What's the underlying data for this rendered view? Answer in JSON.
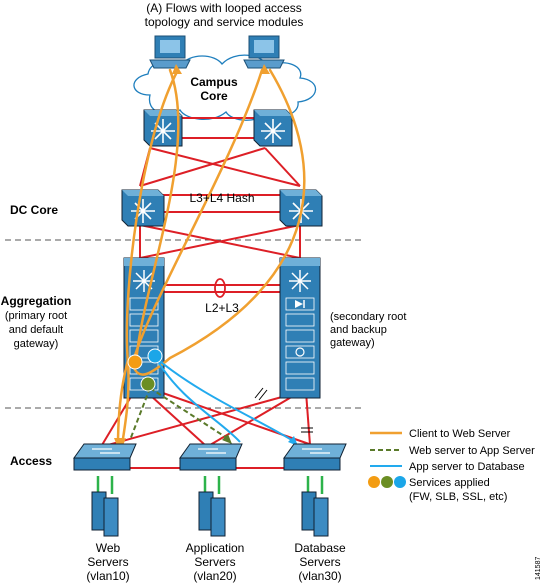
{
  "title": {
    "line1": "(A) Flows with looped access",
    "line2": "topology and service modules"
  },
  "campus_core": {
    "line1": "Campus",
    "line2": "Core"
  },
  "labels": {
    "dc_core": "DC Core",
    "l3_l4_hash": "L3+L4 Hash",
    "aggregation_title": "Aggregation",
    "aggregation_line2": "(primary root",
    "aggregation_line3": "and default",
    "aggregation_line4": "gateway)",
    "l2_l3": "L2+L3",
    "secondary_line1": "(secondary root",
    "secondary_line2": "and backup",
    "secondary_line3": "gateway)",
    "access": "Access"
  },
  "servers": [
    {
      "name": "Web",
      "line2": "Servers",
      "vlan": "(vlan10)"
    },
    {
      "name": "Application",
      "line2": "Servers",
      "vlan": "(vlan20)"
    },
    {
      "name": "Database",
      "line2": "Servers",
      "vlan": "(vlan30)"
    }
  ],
  "legend": {
    "client_to_web": "Client to Web Server",
    "web_to_app": "Web server to App Server",
    "app_to_db": "App server to Database",
    "services_line1": "Services applied",
    "services_line2": "(FW, SLB, SSL, etc)"
  },
  "figure_id": "141587",
  "colors": {
    "orange_flow": "#f0a030",
    "green_flow": "#5a7a2a",
    "blue_flow": "#22aaee",
    "red_link": "#dd1f26",
    "green_link": "#2db34a",
    "device_blue": "#2f7fb5",
    "device_top": "#6fb0d8",
    "orange_dot": "#f39c12",
    "green_dot": "#6b8e23",
    "blue_dot": "#1ba6e8"
  },
  "icons": [
    "workstation-icon",
    "cloud-icon",
    "multilayer-switch-icon",
    "service-chassis-icon",
    "layer2-switch-icon",
    "server-icon",
    "service-dot-icon"
  ]
}
